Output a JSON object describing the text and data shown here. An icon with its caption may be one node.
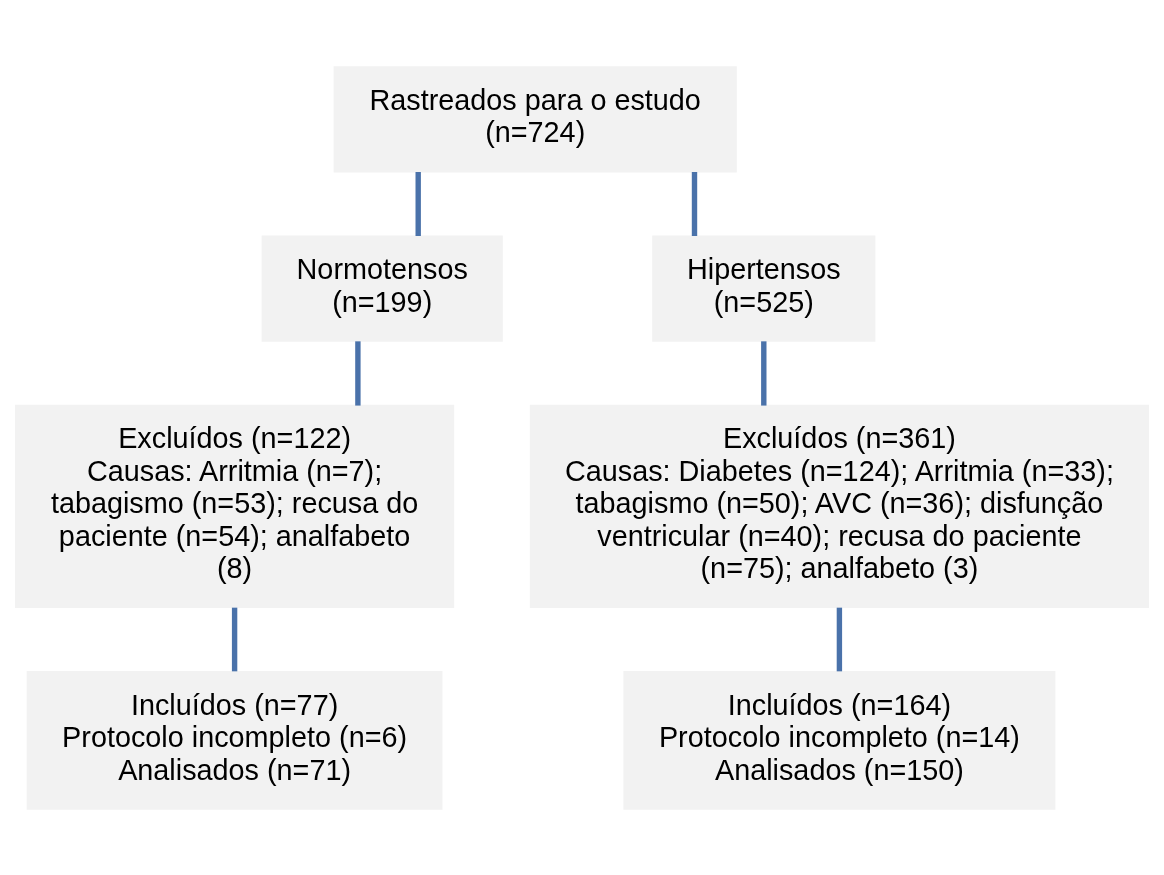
{
  "diagram": {
    "nodes": [
      {
        "text": [
          "Rastreados para o estudo",
          "(n=724)"
        ]
      },
      {
        "text": [
          "Normotensos",
          "(n=199)"
        ]
      },
      {
        "text": [
          "Hipertensos",
          "(n=525)"
        ]
      },
      {
        "text": [
          "Excluídos (n=122)",
          "Causas: Arritmia (n=7); tabagismo (n=53); recusa do paciente (n=54); analfabeto (8)"
        ]
      },
      {
        "text": [
          "Excluídos (n=361)",
          "Causas: Diabetes (n=124); Arritmia (n=33); tabagismo (n=50); AVC (n=36); disfunção ventricular (n=40); recusa do paciente (n=75); analfabeto (3)"
        ]
      },
      {
        "text": [
          "Incluídos (n=77)",
          "Protocolo incompleto (n=6)",
          "Analisados (n=71)"
        ]
      },
      {
        "text": [
          "Incluídos (n=164)",
          "Protocolo incompleto (n=14)",
          "Analisados (n=150)"
        ]
      }
    ],
    "edges": [
      {
        "from": 0,
        "to": 1,
        "arrow": "none"
      },
      {
        "from": 0,
        "to": 2,
        "arrow": "none"
      },
      {
        "from": 1,
        "to": 3,
        "arrow": "none"
      },
      {
        "from": 2,
        "to": 4,
        "arrow": "none"
      },
      {
        "from": 3,
        "to": 5,
        "arrow": "none"
      },
      {
        "from": 4,
        "to": 6,
        "arrow": "none"
      }
    ]
  }
}
